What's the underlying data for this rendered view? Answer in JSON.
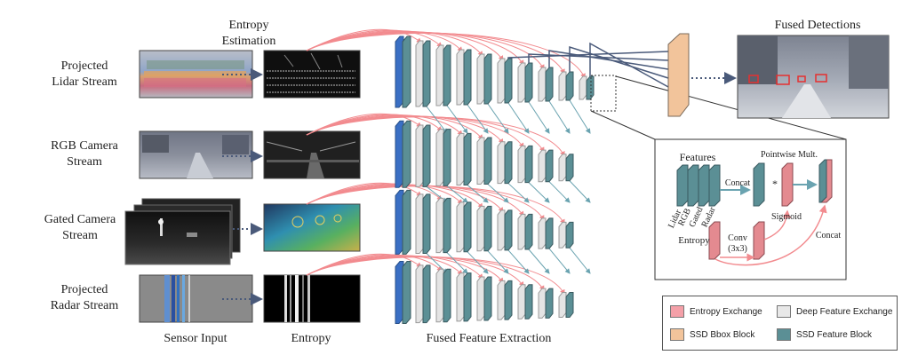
{
  "streams": [
    {
      "id": "lidar",
      "label_lines": [
        "Projected",
        "Lidar Stream"
      ]
    },
    {
      "id": "rgb",
      "label_lines": [
        "RGB Camera",
        "Stream"
      ]
    },
    {
      "id": "gated",
      "label_lines": [
        "Gated Camera",
        "Stream"
      ]
    },
    {
      "id": "radar",
      "label_lines": [
        "Projected",
        "Radar Stream"
      ]
    }
  ],
  "entropy_estimation_lines": [
    "Entropy",
    "Estimation"
  ],
  "bottom_labels": {
    "sensor_input": "Sensor Input",
    "entropy": "Entropy",
    "fused_feature_extraction": "Fused Feature Extraction"
  },
  "fused_detections": "Fused Detections",
  "detail": {
    "features": "Features",
    "pointwise_mult": "Pointwise Mult.",
    "feature_inputs": [
      "Lidar",
      "RGB",
      "Gated",
      "Radar"
    ],
    "concat_1": "Concat",
    "star": "*",
    "sigmoid": "Sigmoid",
    "entropy": "Entropy",
    "conv_lines": [
      "Conv",
      "(3x3)"
    ],
    "concat_2": "Concat"
  },
  "legend": [
    {
      "label": "Entropy Exchange",
      "color": "#f4a0a8"
    },
    {
      "label": "Deep Feature Exchange",
      "color": "#e8e8e8"
    },
    {
      "label": "SSD Bbox Block",
      "color": "#f2c49b"
    },
    {
      "label": "SSD Feature Block",
      "color": "#5b8f95"
    }
  ],
  "colors": {
    "entropy_arrow": "#f28b8f",
    "feature_arrow": "#6aa3b0",
    "bbox_line": "#4a5a7a",
    "ssd_block": "#5b8f95",
    "blue_block": "#3a6fc4",
    "bbox_block": "#f2c49b"
  }
}
